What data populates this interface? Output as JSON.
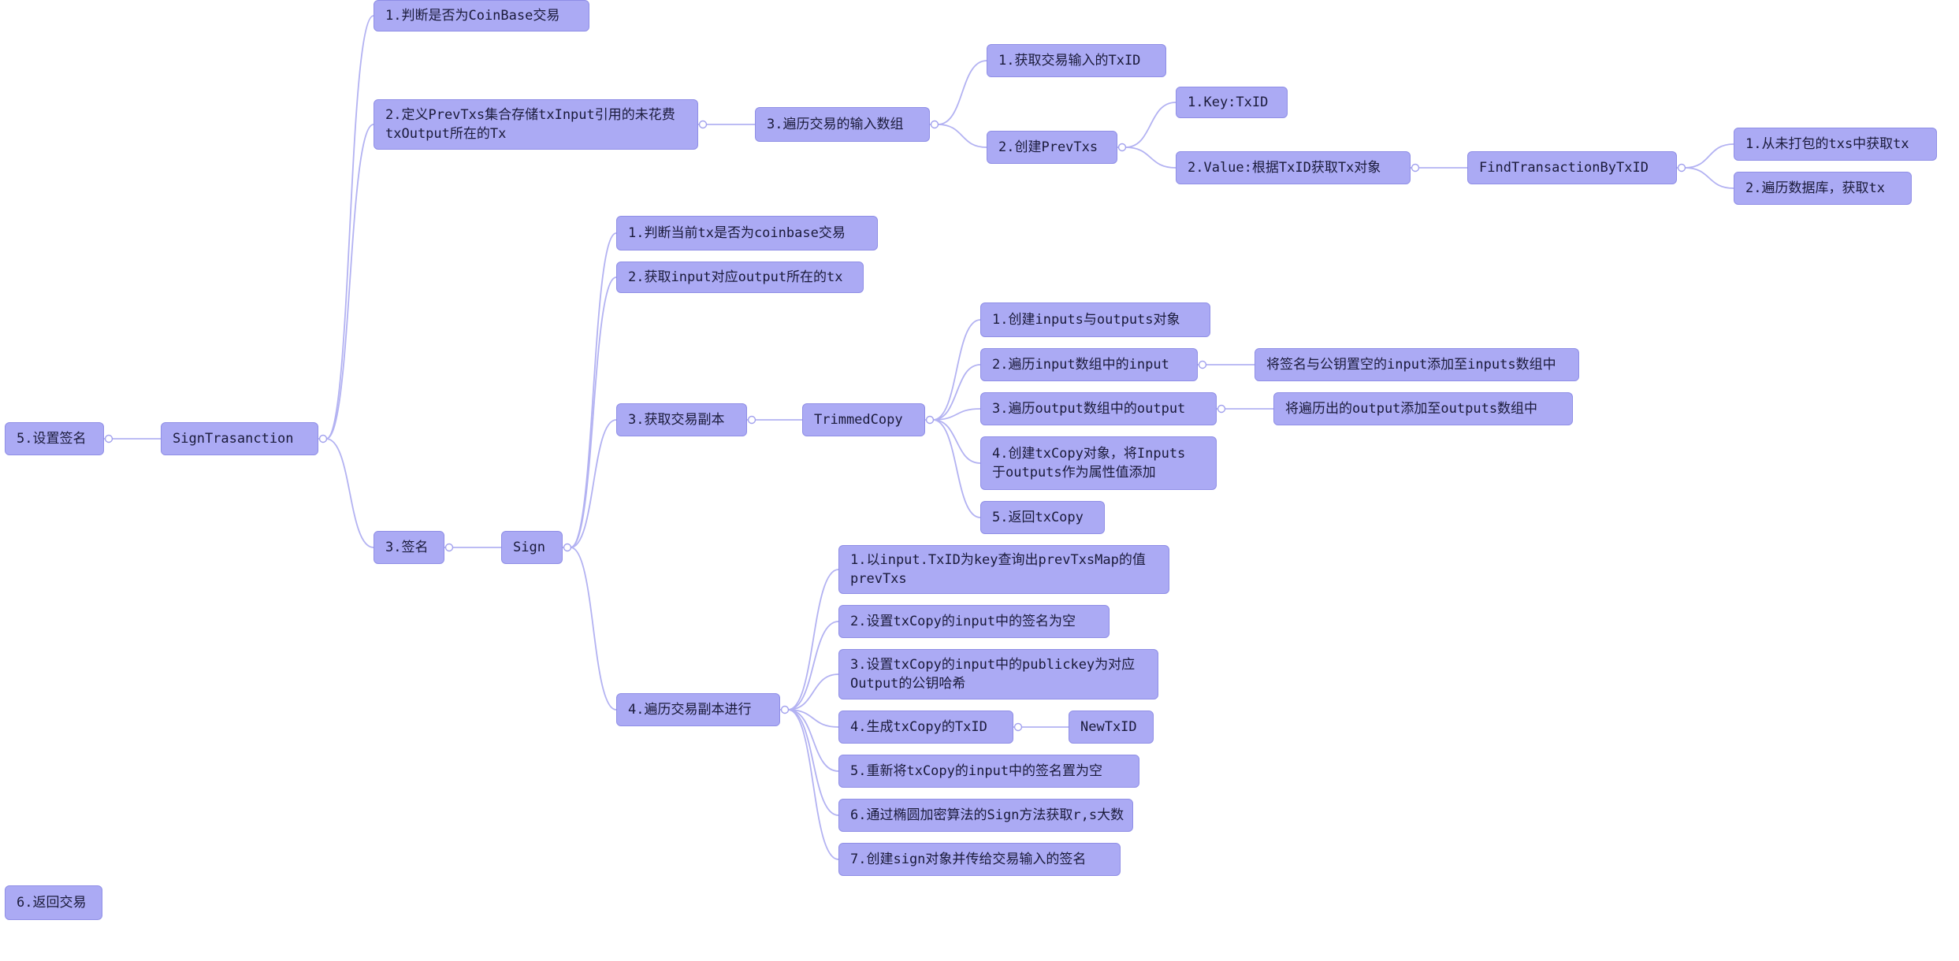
{
  "mindmap": {
    "theme": {
      "node_fill": "#abaaf4",
      "node_border": "#8f8ee6",
      "edge_color": "#b3b2f2",
      "text_color": "#1a1a3a"
    },
    "nodes": {
      "root_sign": "5.设置签名",
      "sign_trasanction": "SignTrasanction",
      "check_coinbase": "1.判断是否为CoinBase交易",
      "define_prevtxs": "2.定义PrevTxs集合存储txInput引用的未花费\ntxOutput所在的Tx",
      "iterate_inputs": "3.遍历交易的输入数组",
      "get_input_txid": "1.获取交易输入的TxID",
      "create_prevtxs": "2.创建PrevTxs",
      "key_txid": "1.Key:TxID",
      "value_tx": "2.Value:根据TxID获取Tx对象",
      "find_tx_by_id": "FindTransactionByTxID",
      "from_unpacked": "1.从未打包的txs中获取tx",
      "iterate_db": "2.遍历数据库，获取tx",
      "sign_step": "3.签名",
      "sign": "Sign",
      "check_current_coinbase": "1.判断当前tx是否为coinbase交易",
      "get_output_tx": "2.获取input对应output所在的tx",
      "get_copy": "3.获取交易副本",
      "trimmed_copy": "TrimmedCopy",
      "create_io": "1.创建inputs与outputs对象",
      "iterate_input_arr": "2.遍历input数组中的input",
      "add_empty_input": "将签名与公钥置空的input添加至inputs数组中",
      "iterate_output_arr": "3.遍历output数组中的output",
      "add_output": "将遍历出的output添加至outputs数组中",
      "create_txcopy": "4.创建txCopy对象，将Inputs\n于outputs作为属性值添加",
      "return_txcopy": "5.返回txCopy",
      "iterate_copy": "4.遍历交易副本进行",
      "query_prevtx": "1.以input.TxID为key查询出prevTxsMap的值\nprevTxs",
      "set_sig_empty": "2.设置txCopy的input中的签名为空",
      "set_pubkey": "3.设置txCopy的input中的publickey为对应\nOutput的公钥哈希",
      "gen_txid": "4.生成txCopy的TxID",
      "new_txid": "NewTxID",
      "reset_sig": "5.重新将txCopy的input中的签名置为空",
      "ecdsa_sign": "6.通过椭圆加密算法的Sign方法获取r,s大数",
      "create_sign_obj": "7.创建sign对象并传给交易输入的签名",
      "return_tx": "6.返回交易"
    }
  }
}
